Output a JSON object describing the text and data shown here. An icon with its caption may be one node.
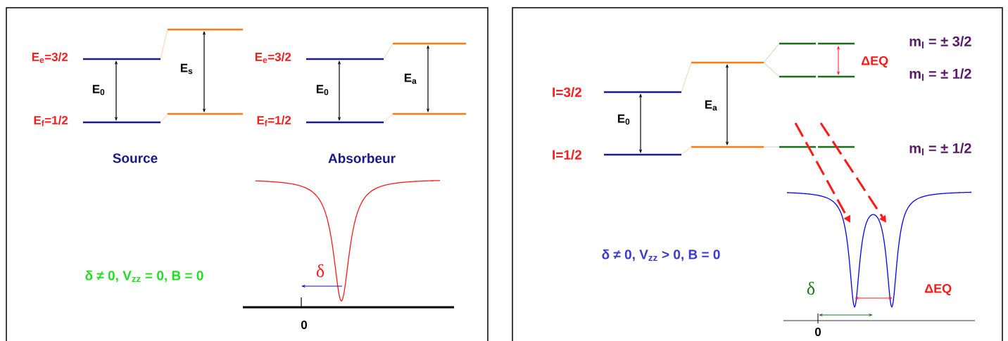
{
  "diagram": {
    "labels": [
      "E$_{e}$=3/2",
      "E$_{s}$",
      "E$_{e}$=3/2",
      "E$_{0}$",
      "E$_{0}$",
      "E$_{a}$",
      "E$_{f}$=1/2",
      "E$_{f}$=1/2",
      "Source",
      "Absorbeur",
      "δ ≠ 0, V$_{zz}$ = 0, B = 0",
      "δ",
      "0",
      "m$_{I}$ = ± 3/2",
      "ΔEQ",
      "m$_{I}$ = ± 1/2",
      "I=3/2",
      "E$_{a}$",
      "E$_{0}$",
      "I=1/2",
      "m$_{I}$ = ± 1/2",
      "δ ≠ 0, V$_{zz}$ > 0, B = 0",
      "δ",
      "ΔEQ",
      "0"
    ]
  }
}
